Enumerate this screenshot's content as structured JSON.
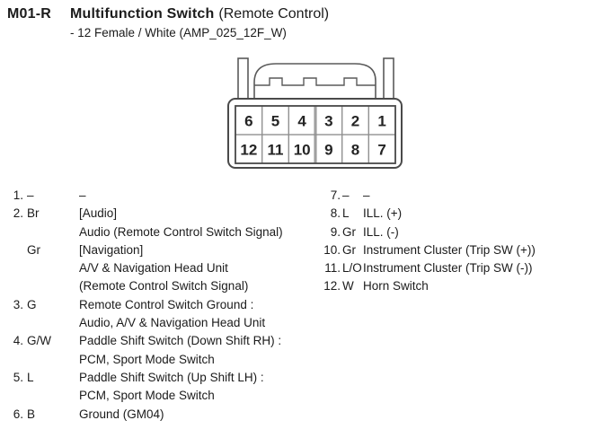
{
  "header": {
    "connector_id": "M01-R",
    "title": "Multifunction Switch",
    "title_suffix": "(Remote Control)",
    "subtitle": "- 12 Female / White (AMP_025_12F_W)"
  },
  "connector": {
    "type": "12-pin female connector, front view",
    "top_row_pins": [
      "6",
      "5",
      "4",
      "3",
      "2",
      "1"
    ],
    "bottom_row_pins": [
      "12",
      "11",
      "10",
      "9",
      "8",
      "7"
    ],
    "outline_color": "#4a4a4a",
    "grid_line_color": "#8f8f8f",
    "divider_band_color": "#c6c6c6",
    "pin_number_color": "#242424"
  },
  "pin_list": {
    "left": [
      {
        "pin": "1.",
        "code": "–",
        "lines": [
          "–"
        ]
      },
      {
        "pin": "2.",
        "code": "Br",
        "lines": [
          "[Audio]",
          "Audio (Remote Control Switch Signal)"
        ]
      },
      {
        "pin": "",
        "code": "Gr",
        "lines": [
          "[Navigation]",
          "A/V & Navigation Head Unit",
          "(Remote Control Switch Signal)"
        ]
      },
      {
        "pin": "3.",
        "code": "G",
        "lines": [
          "Remote Control Switch Ground :",
          "Audio, A/V & Navigation Head Unit"
        ]
      },
      {
        "pin": "4.",
        "code": "G/W",
        "lines": [
          "Paddle Shift Switch (Down Shift RH) :",
          "PCM, Sport Mode Switch"
        ]
      },
      {
        "pin": "5.",
        "code": "L",
        "lines": [
          "Paddle Shift Switch (Up Shift LH) :",
          "PCM, Sport Mode Switch"
        ]
      },
      {
        "pin": "6.",
        "code": "B",
        "lines": [
          "Ground (GM04)"
        ]
      }
    ],
    "right": [
      {
        "pin": "7.",
        "code": "–",
        "lines": [
          "–"
        ]
      },
      {
        "pin": "8.",
        "code": "L",
        "lines": [
          "ILL. (+)"
        ]
      },
      {
        "pin": "9.",
        "code": "Gr",
        "lines": [
          "ILL. (-)"
        ]
      },
      {
        "pin": "10.",
        "code": "Gr",
        "lines": [
          "Instrument Cluster (Trip SW (+))"
        ]
      },
      {
        "pin": "11.",
        "code": "L/O",
        "lines": [
          "Instrument Cluster (Trip SW (-))"
        ]
      },
      {
        "pin": "12.",
        "code": "W",
        "lines": [
          "Horn Switch"
        ]
      }
    ]
  }
}
